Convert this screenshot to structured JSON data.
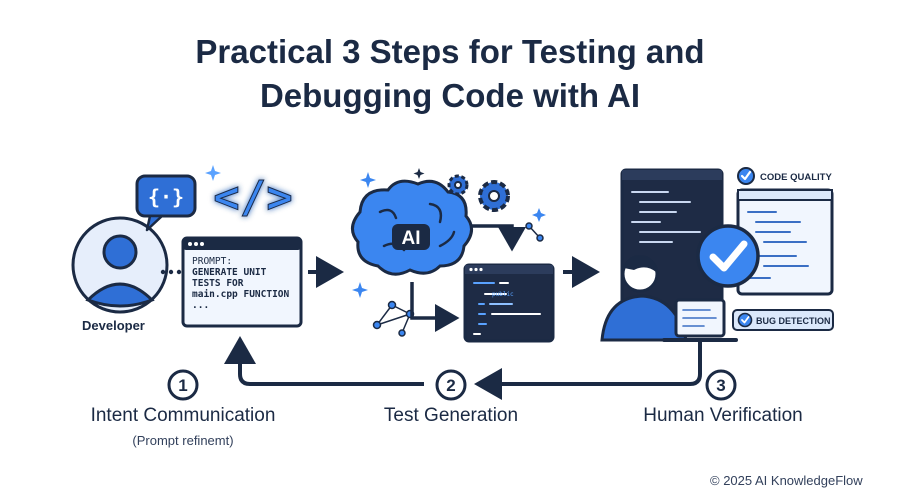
{
  "title": {
    "line1": "Practical 3 Steps for Testing and",
    "line2": "Debugging Code with AI"
  },
  "developer": {
    "label": "Developer",
    "bubble_symbol": "{·}",
    "code_symbol": "</>",
    "icons": [
      "user-avatar-icon",
      "braces-bubble-icon",
      "code-tags-icon"
    ]
  },
  "prompt_box": {
    "line1": "PROMPT:",
    "line2": "GENERATE UNIT",
    "line3": "TESTS FOR",
    "line4": "main.cpp FUNCTION",
    "line5": "..."
  },
  "ai": {
    "label": "AI",
    "icons": [
      "brain-icon",
      "gear-icon",
      "sparkle-icon",
      "network-icon"
    ],
    "code_keywords": [
      "public"
    ]
  },
  "verification": {
    "badge_quality": "CODE QUALITY",
    "badge_bug": "BUG DETECTION",
    "icons": [
      "check-circle-icon",
      "person-laptop-icon",
      "code-window-icon"
    ]
  },
  "steps": [
    {
      "number": "1",
      "title": "Intent Communication",
      "subtitle": "(Prompt refinemt)"
    },
    {
      "number": "2",
      "title": "Test Generation",
      "subtitle": ""
    },
    {
      "number": "3",
      "title": "Human Verification",
      "subtitle": ""
    }
  ],
  "copyright": "© 2025 AI KnowledgeFlow",
  "colors": {
    "navy": "#1b2a44",
    "blue": "#2f6fd6",
    "light_blue": "#dbe8fb",
    "glow": "#5aa2ff",
    "code_bg": "#1e2b45"
  }
}
